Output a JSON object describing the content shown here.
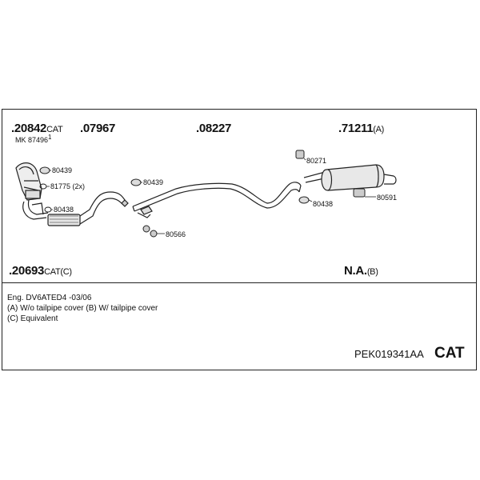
{
  "header": {
    "p1_num": ".20842",
    "p1_suf": "CAT",
    "p1_sub": "MK 87496",
    "p1_sub_sup": "1",
    "p2_num": ".07967",
    "p3_num": ".08227",
    "p4_num": ".71211",
    "p4_suf": "(A)"
  },
  "footer_parts": {
    "p5_num": ".20693",
    "p5_suf": "CAT(C)",
    "p6_num": "N.A.",
    "p6_suf": "(B)"
  },
  "labels": {
    "l80439a": "80439",
    "l81775": "81775 (2x)",
    "l80438a": "80438",
    "l80439b": "80439",
    "l80566": "80566",
    "l80271": "80271",
    "l80438b": "80438",
    "l80591": "80591"
  },
  "notes": {
    "engine": "Eng. DV6ATED4   -03/06",
    "legend_ab": "(A) W/o tailpipe cover (B) W/ tailpipe cover",
    "legend_c": "(C) Equivalent"
  },
  "kit": {
    "code": "PEK019341AA",
    "badge": "CAT"
  },
  "icons": [
    "clamp-icon",
    "gasket-icon",
    "rubber-hanger-icon",
    "bolt-icon",
    "catalytic-converter-icon",
    "muffler-icon"
  ]
}
